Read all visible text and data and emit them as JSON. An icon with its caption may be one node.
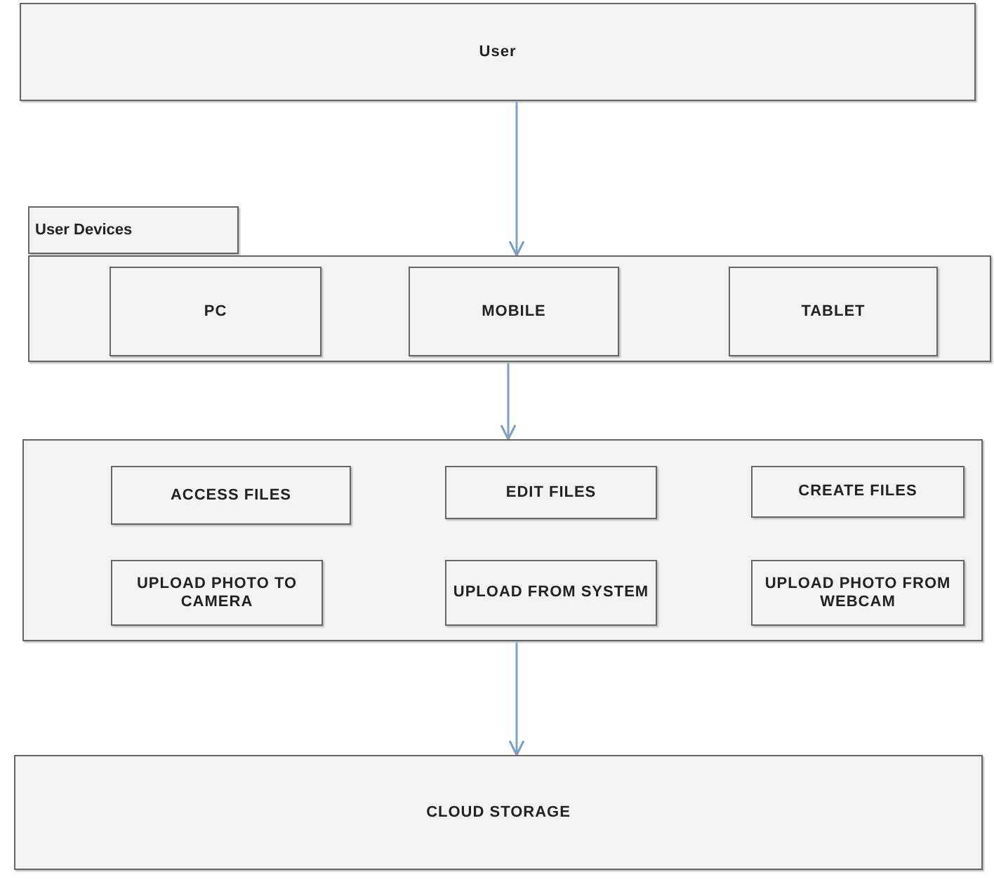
{
  "diagram": {
    "nodes": [
      {
        "text": [
          "User"
        ]
      },
      {
        "text": [
          "User Devices"
        ]
      },
      {
        "text": [],
        "shape": "box"
      },
      {
        "text": [
          "PC"
        ],
        "in": 2
      },
      {
        "text": [
          "MOBILE"
        ],
        "in": 2
      },
      {
        "text": [
          "TABLET"
        ],
        "in": 2
      },
      {
        "text": [],
        "shape": "box"
      },
      {
        "text": [
          "ACCESS FILES"
        ],
        "in": 6
      },
      {
        "text": [
          "EDIT FILES"
        ],
        "in": 6
      },
      {
        "text": [
          "CREATE FILES"
        ],
        "in": 6
      },
      {
        "text": [
          "UPLOAD PHOTO TO CAMERA"
        ],
        "in": 6
      },
      {
        "text": [
          "UPLOAD FROM SYSTEM"
        ],
        "in": 6
      },
      {
        "text": [
          "UPLOAD PHOTO FROM WEBCAM"
        ],
        "in": 6
      },
      {
        "text": [
          "CLOUD STORAGE"
        ]
      }
    ],
    "edges": [
      {
        "from": 0,
        "to": 2,
        "arrow": "to"
      },
      {
        "from": 2,
        "to": 6,
        "arrow": "to"
      },
      {
        "from": 6,
        "to": 13,
        "arrow": "to"
      }
    ]
  }
}
